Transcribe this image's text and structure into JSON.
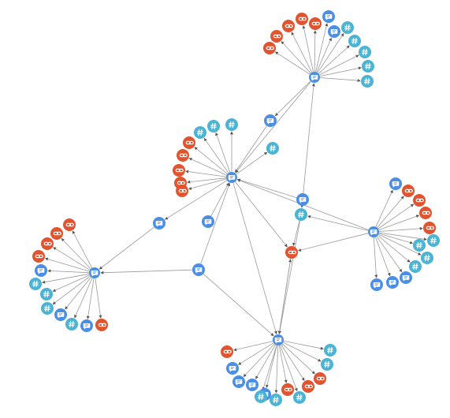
{
  "colors": {
    "message": "#4a8ee6",
    "hashtag": "#4bb3d3",
    "link": "#e0542f",
    "edge": "#9a9a9a",
    "background": "#ffffff"
  },
  "icons": {
    "message": "chat-bubble-icon",
    "hashtag": "hashtag-icon",
    "link": "link-icon"
  },
  "hubs": [
    {
      "id": "hub-top",
      "type": "message",
      "hub": true
    },
    {
      "id": "hub-center",
      "type": "message",
      "hub": true
    },
    {
      "id": "hub-right",
      "type": "message",
      "hub": true
    },
    {
      "id": "hub-left",
      "type": "message",
      "hub": true
    },
    {
      "id": "hub-bottom",
      "type": "message",
      "hub": true
    }
  ]
}
